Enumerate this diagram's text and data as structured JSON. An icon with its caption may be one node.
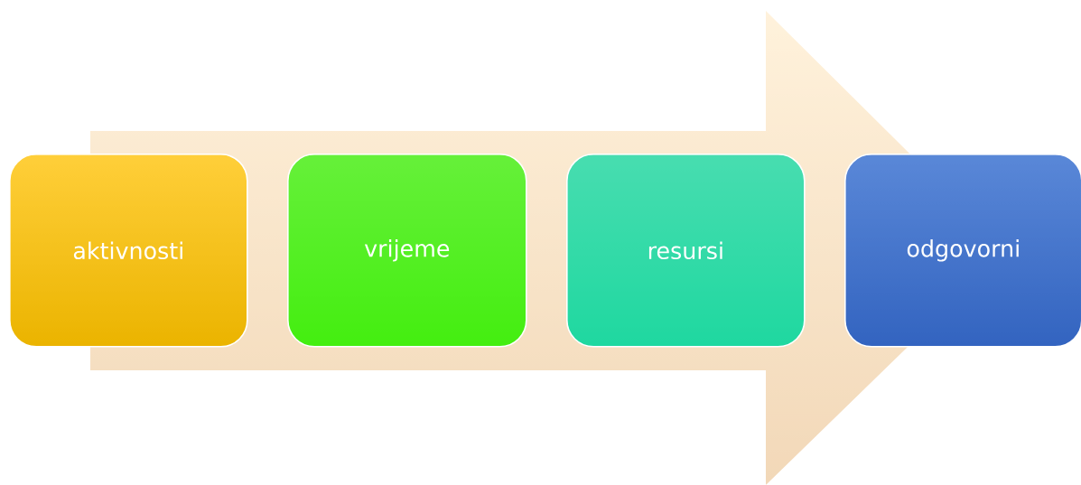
{
  "diagram": {
    "nodes": [
      {
        "text": [
          "aktivnosti"
        ]
      },
      {
        "text": [
          "vrijeme"
        ]
      },
      {
        "text": [
          "resursi"
        ]
      },
      {
        "text": [
          "odgovorni"
        ]
      }
    ]
  }
}
